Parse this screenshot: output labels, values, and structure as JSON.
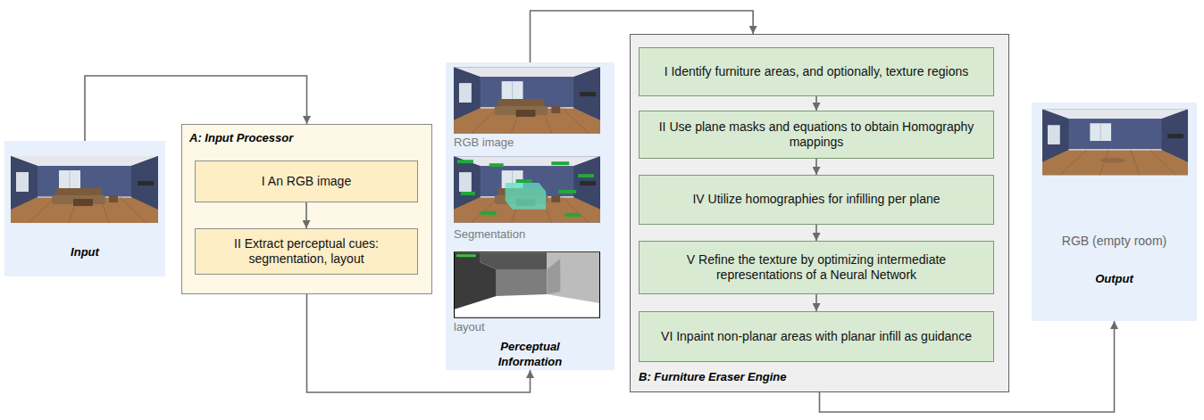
{
  "diagram": {
    "nodes": [
      {
        "text": [
          "Input"
        ]
      },
      {
        "text": [
          "A: Input Processor"
        ]
      },
      {
        "text": [
          "I An RGB image"
        ],
        "in": 1
      },
      {
        "text": [
          "II Extract perceptual cues: segmentation, layout"
        ],
        "in": 1
      },
      {
        "text": [
          "Perceptual Information"
        ]
      },
      {
        "text": [
          "B: Furniture Eraser Engine"
        ]
      },
      {
        "text": [
          "I Identify furniture areas, and optionally, texture regions"
        ],
        "in": 5
      },
      {
        "text": [
          "II Use plane masks and equations to obtain Homography mappings"
        ],
        "in": 5
      },
      {
        "text": [
          "IV Utilize homographies for infilling per plane"
        ],
        "in": 5
      },
      {
        "text": [
          "V Refine the texture by optimizing intermediate representations of a Neural Network"
        ],
        "in": 5
      },
      {
        "text": [
          "VI Inpaint non-planar areas with planar infill as guidance"
        ],
        "in": 5
      },
      {
        "text": [
          "RGB (empty room)",
          "Output"
        ]
      }
    ],
    "edges": [
      {
        "from": 0,
        "to": 1,
        "arrow": "to"
      },
      {
        "from": 2,
        "to": 3,
        "arrow": "to"
      },
      {
        "from": 1,
        "to": 4,
        "arrow": "to"
      },
      {
        "from": 4,
        "to": 5,
        "arrow": "to"
      },
      {
        "from": 6,
        "to": 7,
        "arrow": "to"
      },
      {
        "from": 7,
        "to": 8,
        "arrow": "to"
      },
      {
        "from": 8,
        "to": 9,
        "arrow": "to"
      },
      {
        "from": 9,
        "to": 10,
        "arrow": "to"
      },
      {
        "from": 5,
        "to": 11,
        "arrow": "to"
      }
    ],
    "labels": [
      "RGB image",
      "Segmentation",
      "layout"
    ]
  }
}
